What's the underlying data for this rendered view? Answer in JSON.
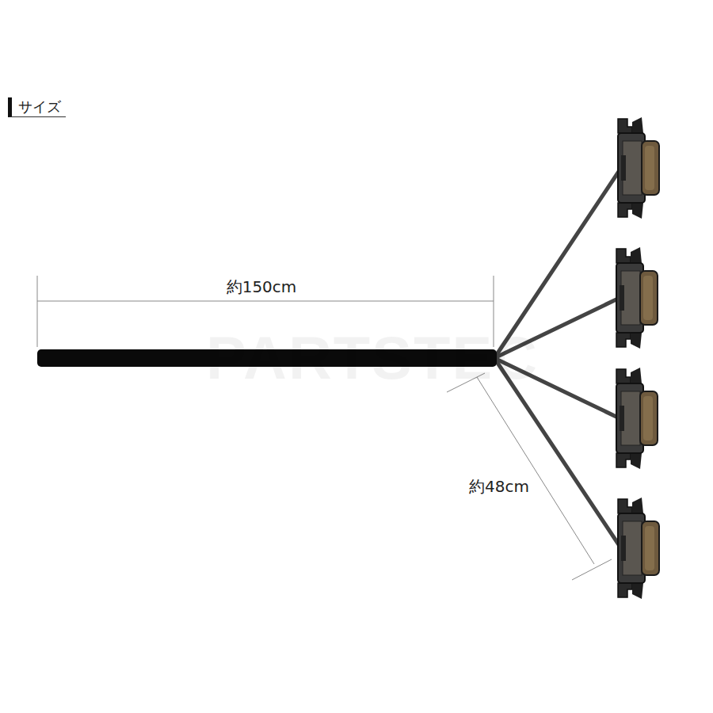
{
  "diagram": {
    "title": "サイズ",
    "labels": [
      "約150cm",
      "約48cm",
      "PARTSTEC"
    ]
  }
}
